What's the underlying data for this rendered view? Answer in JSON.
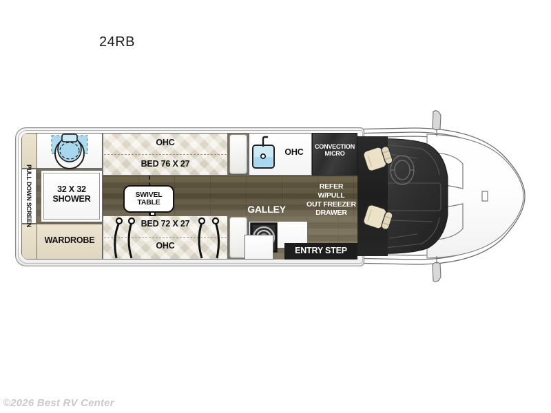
{
  "page": {
    "model_name": "24RB",
    "copyright": "©2026 Best RV Center"
  },
  "floorplan": {
    "type": "rv-class-b-van-floorplan",
    "rooms": {
      "rear_bath": {
        "shower_label": "32 X 32\nSHOWER",
        "wardrobe_label": "WARDROBE",
        "pull_down_screen_label": "PULL DOWN\nSCREEN",
        "toilet_icon": "toilet-icon"
      },
      "sleeping": {
        "upper_bed_label": "BED 76 X 27",
        "lower_bed_label": "BED 72 X 27",
        "upper_ohc_label": "OHC",
        "lower_ohc_label": "OHC",
        "swivel_table_label": "SWIVEL\nTABLE"
      },
      "galley": {
        "galley_label": "GALLEY",
        "galley_ohc_label": "OHC",
        "convection_micro_label": "CONVECTION\nMICRO",
        "refrigerator_label": "REFER\nW/PULL\nOUT FREEZER\nDRAWER",
        "sink_icon": "sink-icon",
        "cooktop_icon": "cooktop-burner-icon",
        "entry_step_label": "ENTRY STEP"
      },
      "cab": {
        "driver_seat": "driver-seat",
        "passenger_seat": "passenger-seat",
        "steering_wheel": "steering-wheel-icon",
        "side_mirror": "side-mirror-icon"
      }
    },
    "colors": {
      "cabinet_tan": "#e3dccb",
      "floor_wood": "#6e6550",
      "appliance_dark": "#2d2d2d",
      "seat_cream": "#ece2c8",
      "body_white": "#ffffff",
      "accent_water_blue": "#9fd4ec",
      "title_text": "#1b1b1b",
      "footer_text": "#c9c9c9"
    }
  }
}
